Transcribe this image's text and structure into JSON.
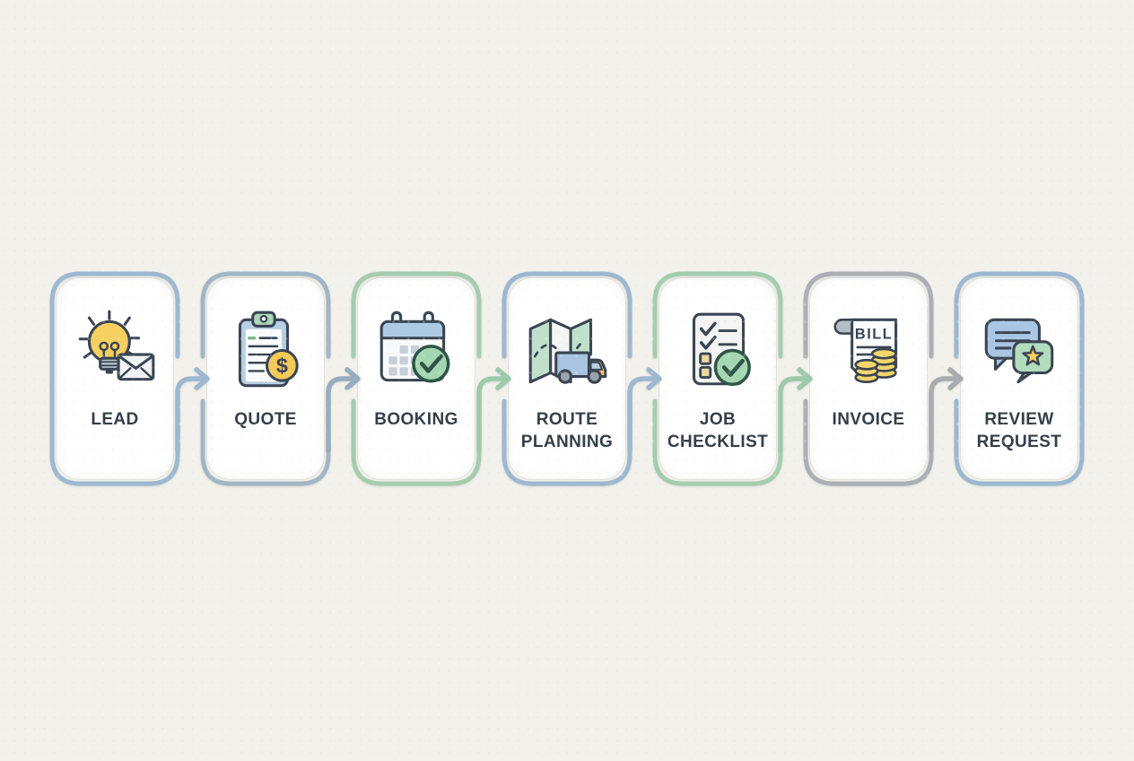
{
  "diagram": {
    "type": "process-flow",
    "background_color": "#f2f1eb",
    "text_color": "#333e49",
    "icon_outline_color": "#3a4553",
    "steps": [
      {
        "label": "LEAD",
        "icon": "lightbulb-envelope-icon",
        "accent": "#9db9d1"
      },
      {
        "label": "QUOTE",
        "icon": "clipboard-dollar-icon",
        "accent": "#a2b7c6",
        "icon_text": "$"
      },
      {
        "label": "BOOKING",
        "icon": "calendar-check-icon",
        "accent": "#a4cdae"
      },
      {
        "label": "ROUTE PLANNING",
        "icon": "map-truck-icon",
        "accent": "#9db8d0"
      },
      {
        "label": "JOB CHECKLIST",
        "icon": "checklist-check-icon",
        "accent": "#a4cdae"
      },
      {
        "label": "INVOICE",
        "icon": "bill-coins-icon",
        "accent": "#acafb3",
        "icon_text": "BILL"
      },
      {
        "label": "REVIEW REQUEST",
        "icon": "chat-bubbles-star-icon",
        "accent": "#9cb8d0"
      }
    ],
    "arrows": [
      {
        "from": "LEAD",
        "to": "QUOTE",
        "color": "#9db8d0"
      },
      {
        "from": "QUOTE",
        "to": "BOOKING",
        "color": "#97acbf"
      },
      {
        "from": "BOOKING",
        "to": "ROUTE PLANNING",
        "color": "#9ccaaa"
      },
      {
        "from": "ROUTE PLANNING",
        "to": "JOB CHECKLIST",
        "color": "#9db8d0"
      },
      {
        "from": "JOB CHECKLIST",
        "to": "INVOICE",
        "color": "#9ccaaa"
      },
      {
        "from": "INVOICE",
        "to": "REVIEW REQUEST",
        "color": "#a8abaf"
      }
    ]
  }
}
